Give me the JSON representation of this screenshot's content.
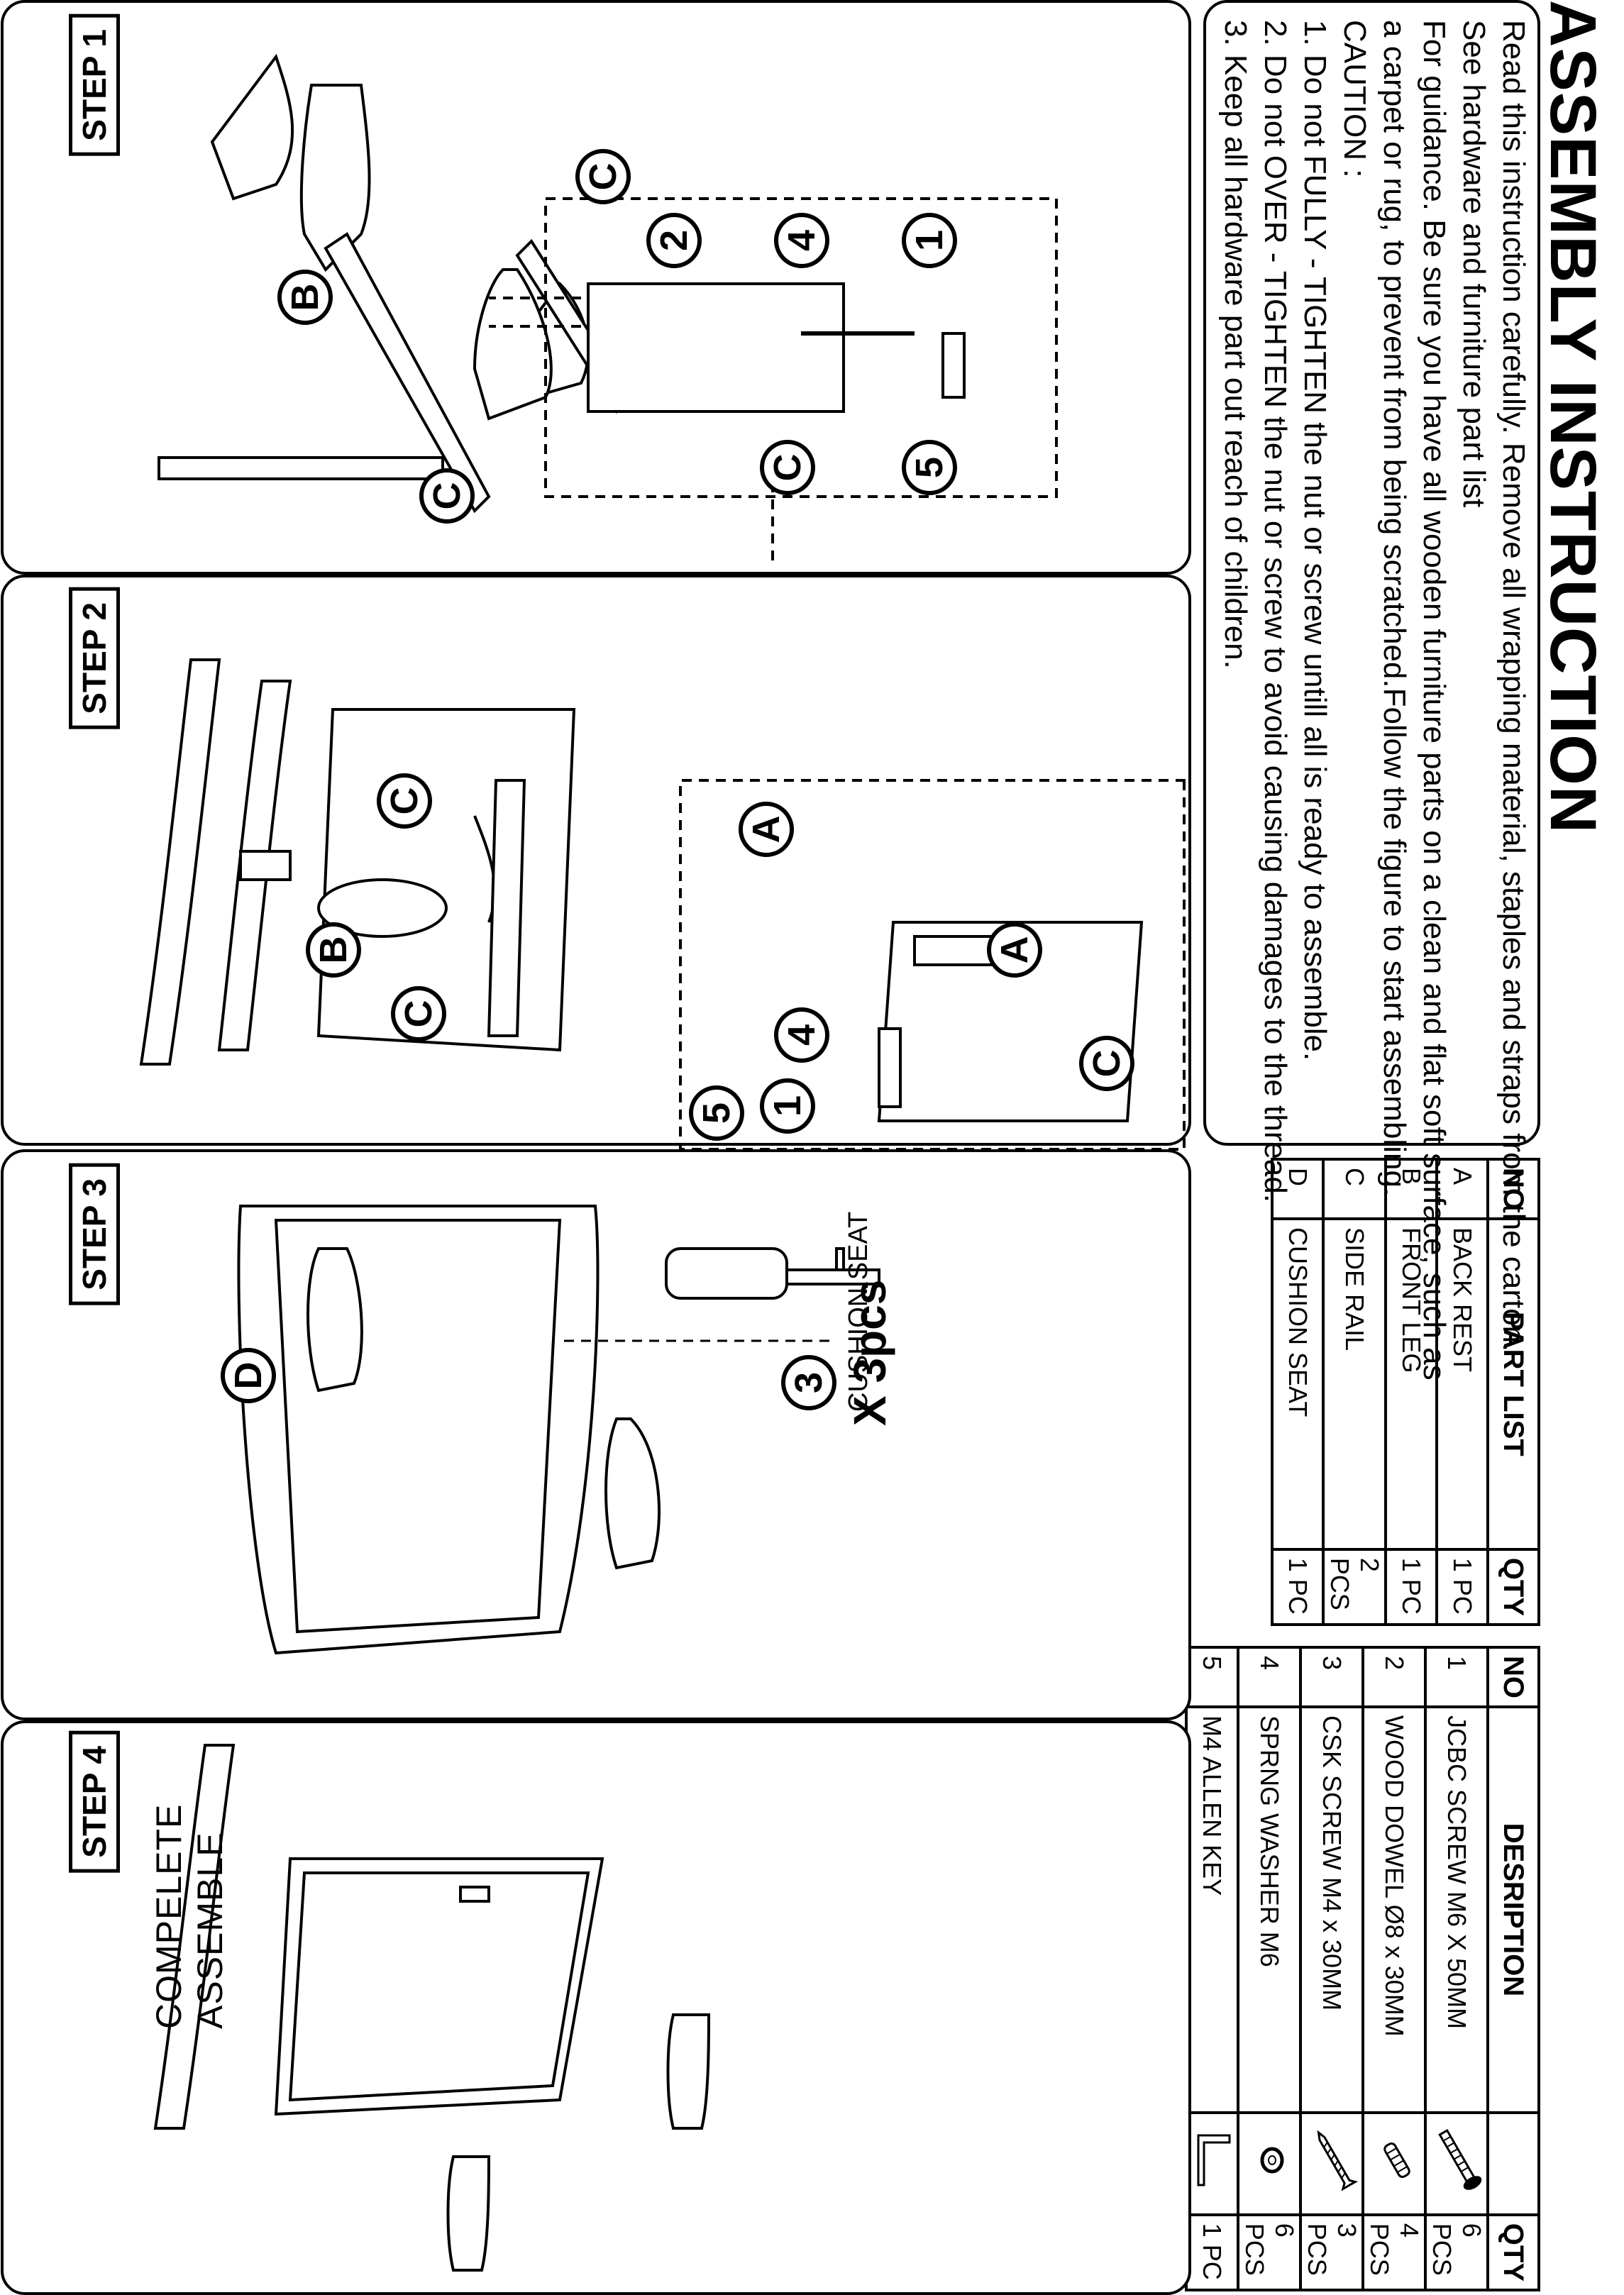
{
  "title": "ASSEMBLY INSTRUCTION",
  "intro": [
    "Read this  instruction carefully. Remove all wrapping material, staples and straps from the carton.",
    "See hardware and furniture part list",
    "For guidance. Be sure you have all wooden furniture parts on a clean and flat soft surface, such as",
    "a carpet or rug, to prevent from being scratched.Follow the figure to start assembling.",
    "CAUTION :",
    "1. Do not FULLY - TIGHTEN the nut or screw untill all is ready to assemble.",
    "2. Do not OVER - TIGHTEN the nut or screw to avoid causing damages to the thread.",
    "3. Keep all hardware part out reach of children."
  ],
  "part_list": {
    "headers": [
      "NO",
      "PART LIST",
      "QTY"
    ],
    "rows": [
      [
        "A",
        "BACK REST",
        "1 PC"
      ],
      [
        "B",
        "FRONT LEG",
        "1 PC"
      ],
      [
        "C",
        "SIDE RAIL",
        "2 PCS"
      ],
      [
        "D",
        "CUSHION SEAT",
        "1 PC"
      ]
    ]
  },
  "hardware": {
    "headers": [
      "NO",
      "DESRIPTION",
      "",
      "QTY"
    ],
    "rows": [
      [
        "1",
        "JCBC SCREW M6 X 50MM",
        "6 PCS",
        "screw-icon"
      ],
      [
        "2",
        "WOOD DOWEL Ø8 x 30MM",
        "4 PCS",
        "dowel-icon"
      ],
      [
        "3",
        "CSK SCREW M4 x 30MM",
        "3 PCS",
        "csk-screw-icon"
      ],
      [
        "4",
        "SPRNG WASHER M6",
        "6 PCS",
        "washer-icon"
      ],
      [
        "5",
        "M4 ALLEN KEY",
        "1 PC",
        "allen-key-icon"
      ]
    ]
  },
  "steps": {
    "s1": "STEP 1",
    "s2": "STEP 2",
    "s3": "STEP 3",
    "s4": "STEP 4"
  },
  "step1_labels": {
    "c1": "1",
    "c4": "4",
    "c2": "2",
    "c5": "5",
    "cC1": "C",
    "cC2": "C",
    "cC3": "C",
    "cB": "B"
  },
  "step2_labels": {
    "cA1": "A",
    "cA2": "A",
    "c4": "4",
    "c1": "1",
    "c5": "5",
    "cC1": "C",
    "cC2": "C",
    "cC3": "C",
    "cB": "B"
  },
  "step3_labels": {
    "cD": "D",
    "c3": "3",
    "qty": "X 3pcs",
    "sub": "CUSHION SEAT"
  },
  "step4_text": "COMPELETE ASSEMBLE"
}
